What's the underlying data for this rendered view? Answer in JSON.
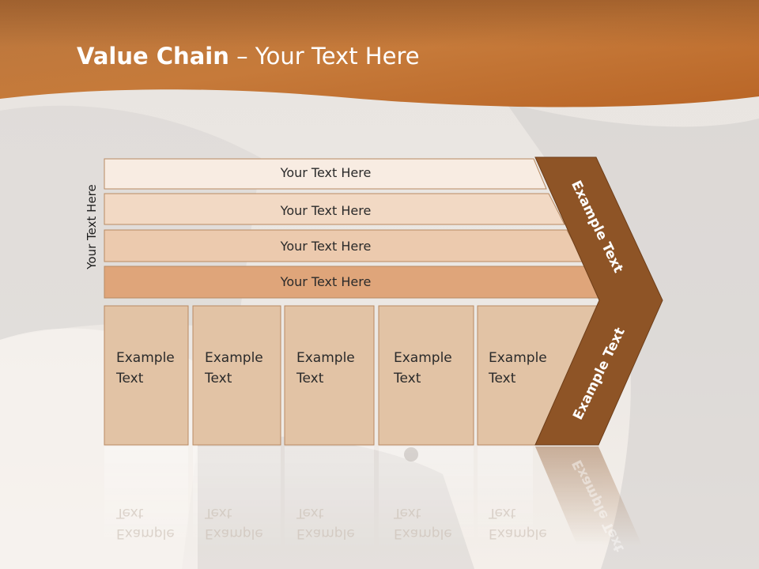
{
  "slide": {
    "title_bold": "Value Chain",
    "title_rest": " – Your Text Here"
  },
  "side_label": "Your Text Here",
  "support_rows": [
    {
      "label": "Your Text Here"
    },
    {
      "label": "Your Text Here"
    },
    {
      "label": "Your Text Here"
    },
    {
      "label": "Your Text Here"
    }
  ],
  "primary_columns": [
    {
      "line1": "Example",
      "line2": "Text"
    },
    {
      "line1": "Example",
      "line2": "Text"
    },
    {
      "line1": "Example",
      "line2": "Text"
    },
    {
      "line1": "Example",
      "line2": "Text"
    },
    {
      "line1": "Example",
      "line2": "Text"
    }
  ],
  "margin_chevron": {
    "upper_label": "Example Text",
    "lower_label": "Example Text"
  },
  "colors": {
    "header_orange": "#c8732f",
    "chevron_brown": "#8e5426",
    "row_1": "#f8ece2",
    "row_2": "#f2d9c4",
    "row_3": "#eccaae",
    "row_4": "#dfa57a",
    "column_fill": "#e2c3a5"
  }
}
